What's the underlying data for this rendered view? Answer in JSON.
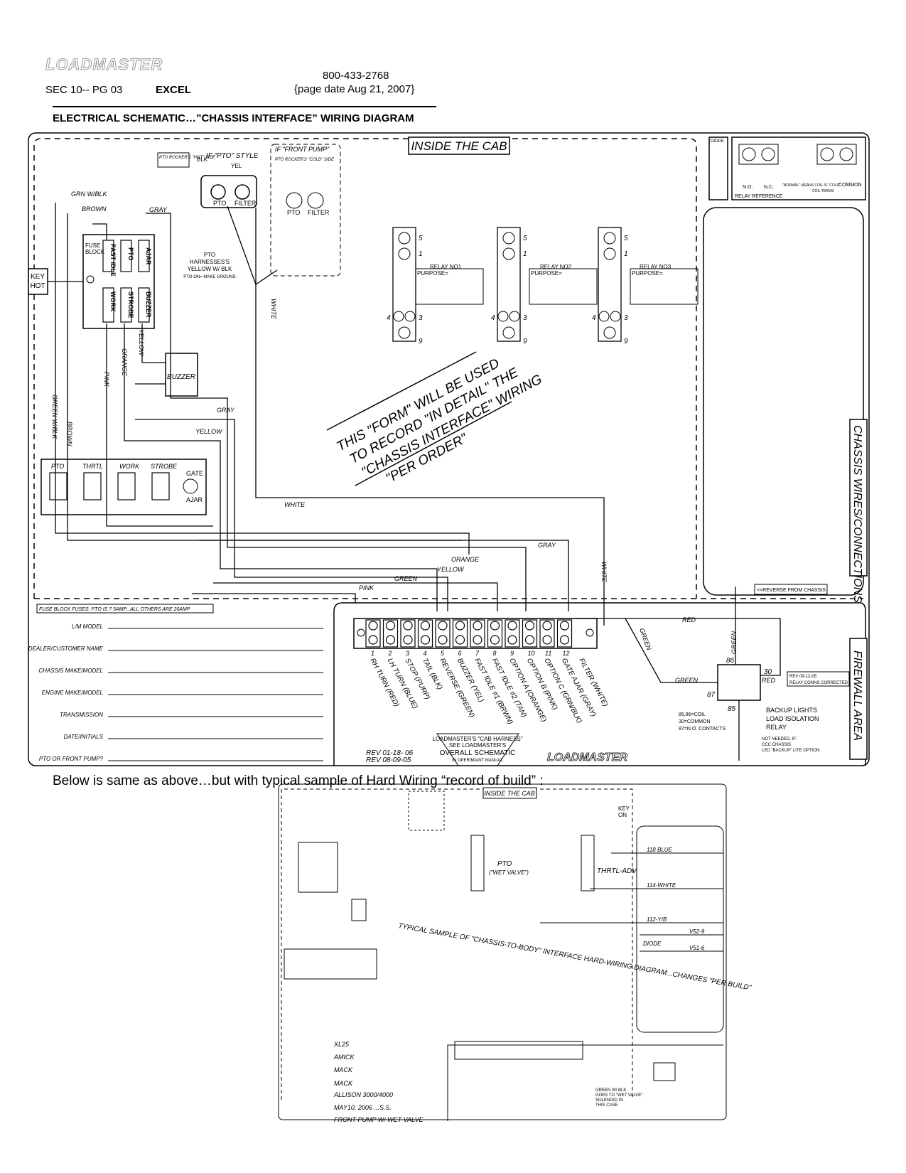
{
  "header": {
    "logo_text": "LOADMASTER",
    "phone": "800-433-2768",
    "page_date": "{page date Aug 21, 2007}",
    "section": "SEC 10-- PG 03",
    "model": "EXCEL",
    "title": "ELECTRICAL SCHEMATIC…”CHASSIS INTERFACE” WIRING DIAGRAM"
  },
  "schematic": {
    "inside_cab": "INSIDE THE CAB",
    "pto_rocker_hot": "PTO ROCKER'S \"HOT\" SIDE",
    "if_pto_style": "IF \"PTO\" STYLE",
    "if_front_pump": "IF \"FRONT PUMP\"",
    "pto_rocker_cold": "PTO ROCKER'S \"COLD\" SIDE",
    "pto_harness": [
      "PTO",
      "HARNESSES'S",
      "YELLOW W/ BLK",
      "PTO ON= MAKE GROUND"
    ],
    "key_hot": [
      "KEY",
      "HOT"
    ],
    "fuse_block": [
      "FUSE",
      "BLOCK"
    ],
    "fuses_top": [
      "FAST IDLE",
      "PTO",
      "AJAR"
    ],
    "fuses_bottom": [
      "WORK",
      "STROBE",
      "BUZZER"
    ],
    "buzzer": "BUZZER",
    "switches": [
      "PTO",
      "THRTL",
      "WORK",
      "STROBE"
    ],
    "gate_ajar": [
      "GATE",
      "AJAR"
    ],
    "relays": [
      {
        "name": "RELAY NO1",
        "purpose": "PURPOSE="
      },
      {
        "name": "RELAY NO2",
        "purpose": "PURPOSE="
      },
      {
        "name": "RELAY NO3",
        "purpose": "PURPOSE="
      }
    ],
    "relay_pins": [
      "5",
      "1",
      "4",
      "3",
      "9"
    ],
    "relay_reference": {
      "diode": "DIODE",
      "labels": [
        "N.O.",
        "N.C.",
        "\"NORMAL\" MEANS COIL IS \"COLD\"",
        "COIL TERMS",
        "COMMON"
      ],
      "title": "RELAY REFERENCE"
    },
    "form_note": [
      "THIS \"FORM\" WILL BE USED",
      "TO RECORD \"IN DETAIL\" THE",
      "\"CHASSIS INTERFACE\" WIRING",
      "\"PER ORDER\""
    ],
    "chassis_wires": "CHASSIS WIRES/CONNECTIONS",
    "firewall_area": "FIREWALL AREA",
    "reverse_from_chassis": "<<REVERSE FROM CHASSIS",
    "wire_labels": {
      "grn_blk": "GRN W/BLK",
      "brown": "BROWN",
      "gray": "GRAY",
      "white": "WHITE",
      "yel": "YEL",
      "blk": "BLK",
      "yellow": "YELLOW",
      "orange": "ORANGE",
      "pink": "PINK",
      "green_wblk": "GREEN W/BLK",
      "green": "GREEN",
      "red": "RED"
    },
    "fuse_note": "FUSE BLOCK FUSES: PTO IS 7.5AMP...ALL OTHERS ARE 20AMP",
    "form_fields": [
      "L/M MODEL",
      "DEALER/CUSTOMER NAME",
      "CHASSIS MAKE/MODEL",
      "ENGINE MAKE/MODEL",
      "TRANSMISSION",
      "DATE/INITIALS",
      "PTO OR FRONT PUMP?"
    ],
    "terminals": [
      "RH TURN (RED)",
      "LH TURN (BLUE)",
      "STOP (PURP)",
      "TAIL (BLK)",
      "REVERSE (GREEN)",
      "BUZZER (YEL)",
      "FAST IDLE #1 (BRWN)",
      "FAST IDLE #2 (TAN)",
      "OPTION A (ORANGE)",
      "OPTION B (PINK)",
      "OPTION C (GRN/BLK)",
      "GATE AJAR (GRAY)",
      "FILTER (WHITE)"
    ],
    "terminal_numbers": [
      "1",
      "2",
      "3",
      "4",
      "5",
      "6",
      "7",
      "8",
      "9",
      "10",
      "11",
      "12"
    ],
    "cab_harness": [
      "LOADMASTER'S \"CAB HARNESS\"",
      "SEE LOADMASTER'S",
      "OVERALL SCHEMATIC",
      "IN OPER/MAINT MANUAL"
    ],
    "rev": [
      "REV 01-18- 06",
      "REV 08-09-05"
    ],
    "backup_relay": {
      "pins": [
        "86",
        "30",
        "87",
        "85"
      ],
      "rev": [
        "REV 09-12-05",
        "RELAY CONNS CORRECTED"
      ],
      "desc": [
        "BACKUP LIGHTS",
        "LOAD ISOLATION",
        "RELAY"
      ],
      "legend": [
        "85,86=COIL",
        "30=COMMON",
        "87=N.O. CONTACTS"
      ],
      "not_needed": [
        "NOT NEEDED, IF:",
        "CCC CHASSIS",
        "LED \"BACKUP\" LITE OPTION"
      ]
    }
  },
  "below_caption": "Below is same as above…but with typical sample of Hard Wiring “record of build” :",
  "sample": {
    "inside_cab": "INSIDE THE CAB",
    "key_on": [
      "KEY",
      "ON"
    ],
    "pto_relay": [
      "PTO",
      "(\"WET VALVE\")"
    ],
    "thrtl_relay": "THRTL-ADV",
    "chassis_wires": [
      "118 BLUE",
      "114-WHITE",
      "112-Y/B",
      "V52-9",
      "V51-6"
    ],
    "diode": "DIODE",
    "typical_note": "TYPICAL SAMPLE OF \"CHASSIS-TO-BODY\" INTERFACE HARD-WIRING DIAGRAM...CHANGES \"PER BUILD\"",
    "field_values": [
      "XL25",
      "AMICK",
      "MACK",
      "MACK",
      "ALLISON 3000/4000",
      "MAY10, 2006 ...S.S.",
      "FRONT PUMP W/ WET VALVE"
    ],
    "green_note": [
      "GREEN W/ BLK",
      "GOES TO \"WET VALVE\"",
      "SOLENOID IN",
      "THIS CASE"
    ]
  }
}
